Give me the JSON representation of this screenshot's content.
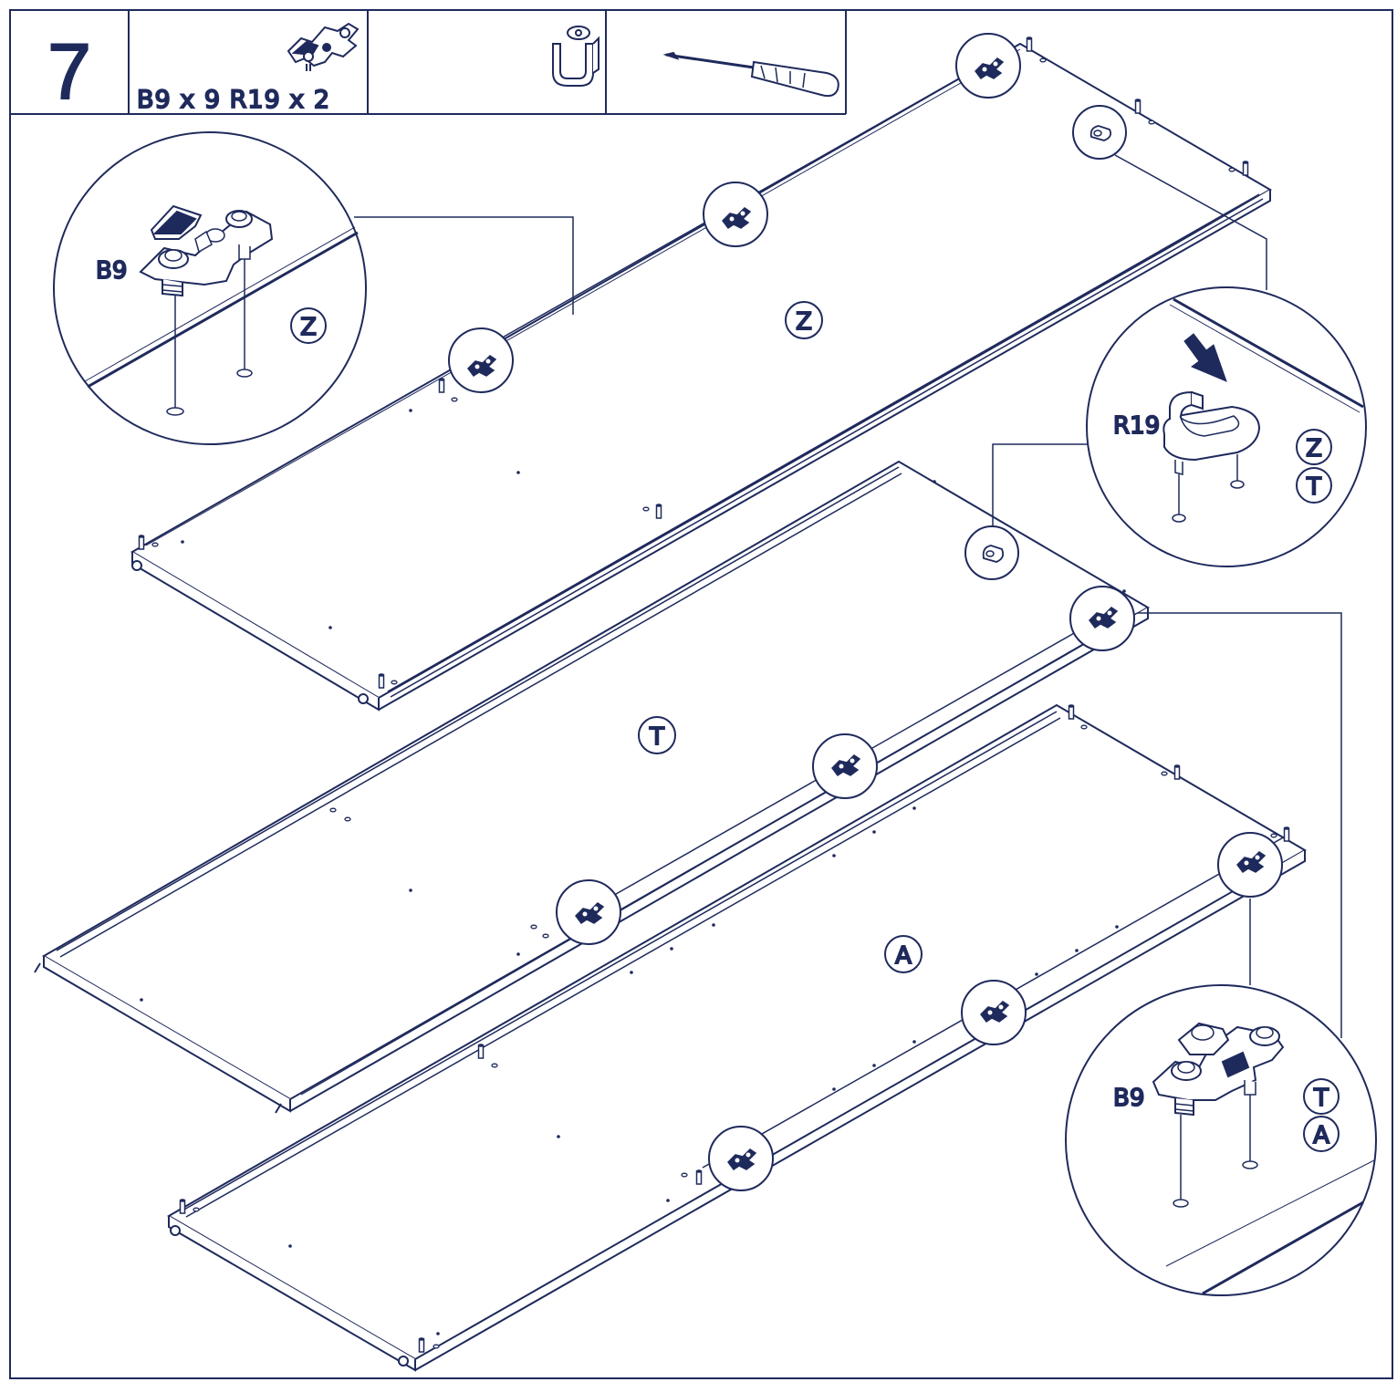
{
  "step": {
    "number": "7"
  },
  "parts_header": {
    "hardware_text": "B9 x 9 R19 x 2",
    "hinge_icon": "hinge-plate-icon",
    "hook_icon": "rail-support-icon",
    "tool_icon": "screwdriver-icon"
  },
  "panels": [
    {
      "id": "panel-z",
      "label": "Z"
    },
    {
      "id": "panel-t",
      "label": "T"
    },
    {
      "id": "panel-a",
      "label": "A"
    }
  ],
  "details": {
    "detail_top_left": {
      "part": "B9",
      "panels": [
        "Z"
      ]
    },
    "detail_right": {
      "part": "R19",
      "panels": [
        "Z",
        "T"
      ]
    },
    "detail_bottom_right": {
      "part": "B9",
      "panels": [
        "T",
        "A"
      ]
    }
  },
  "colors": {
    "ink": "#1f2a5c",
    "paper": "#ffffff"
  }
}
